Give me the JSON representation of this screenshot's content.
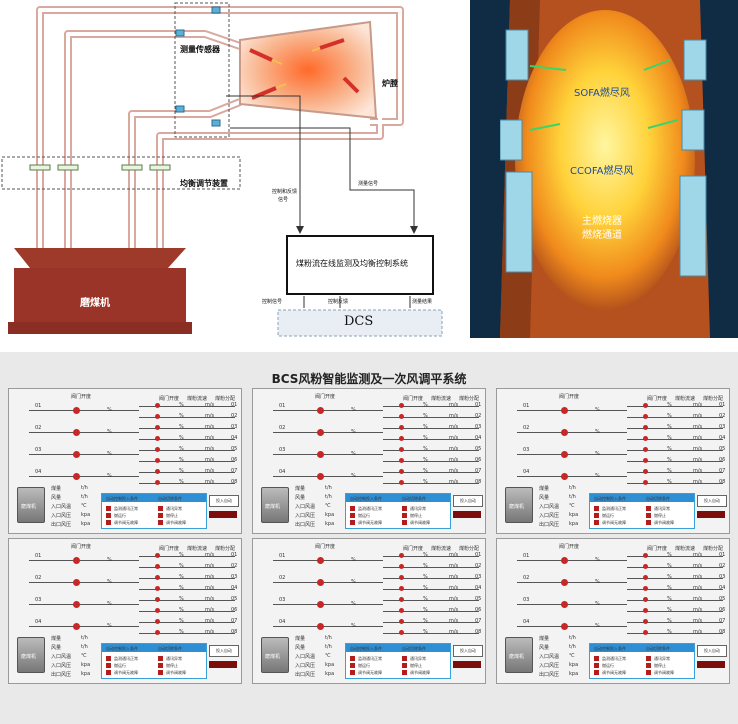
{
  "schematic": {
    "label_sensor": "测量传感器",
    "label_furnace": "炉膛",
    "label_balancer": "均衡调节装置",
    "label_mill": "磨煤机",
    "label_control_box": "煤粉流在线监测及均衡控制系统",
    "label_dcs": "DCS",
    "label_measure_signal": "测量信号",
    "label_ctrl_feedback": "控制和反馈",
    "label_ctrl_feedback2": "信号",
    "label_ctrl_signal": "控制信号",
    "label_ctrl_feedback3": "控制反馈",
    "label_measure_result": "测量结果"
  },
  "furnace": {
    "label_sofa": "SOFA燃尽风",
    "label_ccofa": "CCOFA燃尽风",
    "label_main1": "主燃烧器",
    "label_main2": "燃烧通道"
  },
  "hmi": {
    "title": "BCS风粉智能监测及一次风调平系统",
    "col_valve_open": "阀门开度",
    "col_coal_speed": "煤粉流速",
    "col_coal_dist": "煤粉分配",
    "col_valve_open_left": "阀门开度",
    "btn_label": "投入自动",
    "mill_label": "磨煤机",
    "legend_title_a": "自动控制投入条件",
    "legend_title_b": "自动切除条件",
    "legend_a": [
      "监测通讯正常",
      "燃运行",
      "调节阀无故障"
    ],
    "legend_b": [
      "通讯异常",
      "燃停止",
      "调节阀故障"
    ],
    "params": [
      "煤量",
      "风量",
      "入口风温",
      "入口风压",
      "出口风压"
    ],
    "units": [
      "t/h",
      "t/h",
      "℃",
      "kpa",
      "kpa"
    ],
    "row_labels": [
      "01",
      "02",
      "03",
      "04"
    ],
    "outlet_labels": [
      "01",
      "02",
      "03",
      "04",
      "05",
      "06",
      "07",
      "08"
    ],
    "pct": "%",
    "speed_unit": "m/s"
  }
}
